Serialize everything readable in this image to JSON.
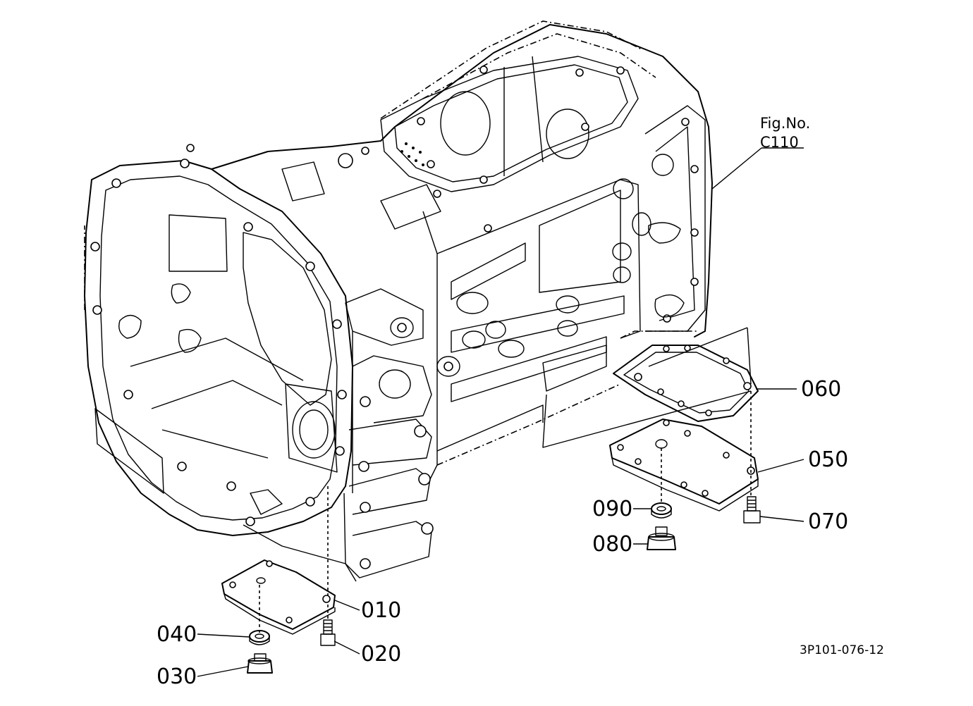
{
  "figure": {
    "ref_line1": "Fig.No.",
    "ref_line2": "C110",
    "drawing_code": "3P101-076-12"
  },
  "callouts": [
    {
      "id": "010",
      "label": "010"
    },
    {
      "id": "020",
      "label": "020"
    },
    {
      "id": "030",
      "label": "030"
    },
    {
      "id": "040",
      "label": "040"
    },
    {
      "id": "050",
      "label": "050"
    },
    {
      "id": "060",
      "label": "060"
    },
    {
      "id": "070",
      "label": "070"
    },
    {
      "id": "080",
      "label": "080"
    },
    {
      "id": "090",
      "label": "090"
    }
  ]
}
